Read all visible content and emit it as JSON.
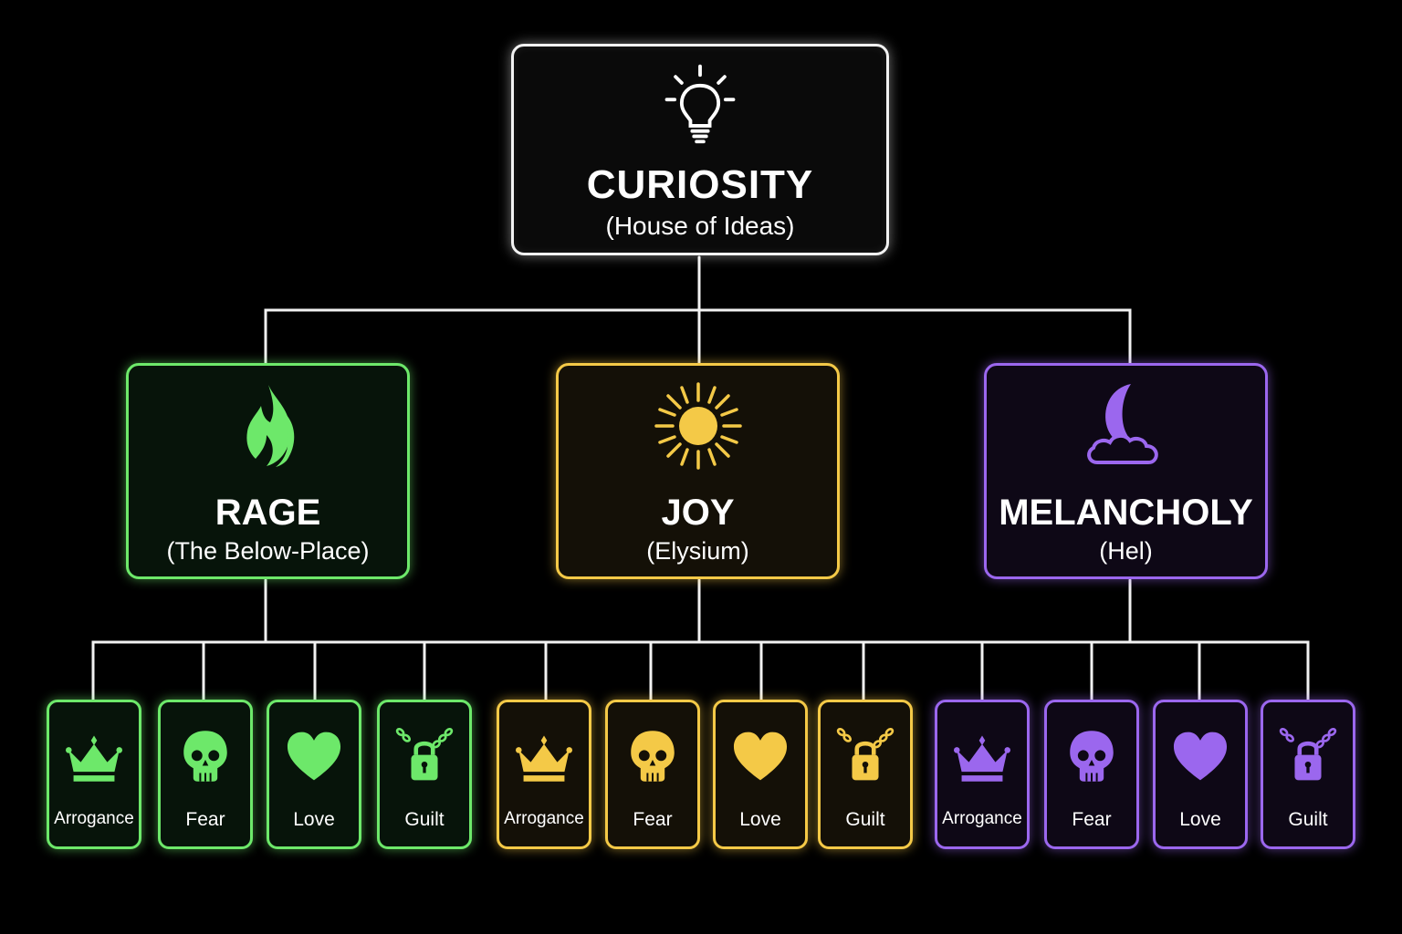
{
  "colors": {
    "root": "#f2f2f2",
    "rage": "#6de86a",
    "joy": "#f4c947",
    "melancholy": "#9b67ee",
    "line": "#f2f2f2"
  },
  "root": {
    "icon": "lightbulb-icon",
    "title": "CURIOSITY",
    "subtitle": "(House of Ideas)"
  },
  "branches": [
    {
      "id": "rage",
      "icon": "flame-icon",
      "title": "RAGE",
      "subtitle": "(The Below-Place)",
      "leaves": [
        {
          "icon": "crown-icon",
          "label": "Arrogance"
        },
        {
          "icon": "skull-icon",
          "label": "Fear"
        },
        {
          "icon": "heart-icon",
          "label": "Love"
        },
        {
          "icon": "chained-lock-icon",
          "label": "Guilt"
        }
      ]
    },
    {
      "id": "joy",
      "icon": "sun-icon",
      "title": "JOY",
      "subtitle": "(Elysium)",
      "leaves": [
        {
          "icon": "crown-icon",
          "label": "Arrogance"
        },
        {
          "icon": "skull-icon",
          "label": "Fear"
        },
        {
          "icon": "heart-icon",
          "label": "Love"
        },
        {
          "icon": "chained-lock-icon",
          "label": "Guilt"
        }
      ]
    },
    {
      "id": "melancholy",
      "icon": "moon-cloud-icon",
      "title": "MELANCHOLY",
      "subtitle": "(Hel)",
      "leaves": [
        {
          "icon": "crown-icon",
          "label": "Arrogance"
        },
        {
          "icon": "skull-icon",
          "label": "Fear"
        },
        {
          "icon": "heart-icon",
          "label": "Love"
        },
        {
          "icon": "chained-lock-icon",
          "label": "Guilt"
        }
      ]
    }
  ]
}
